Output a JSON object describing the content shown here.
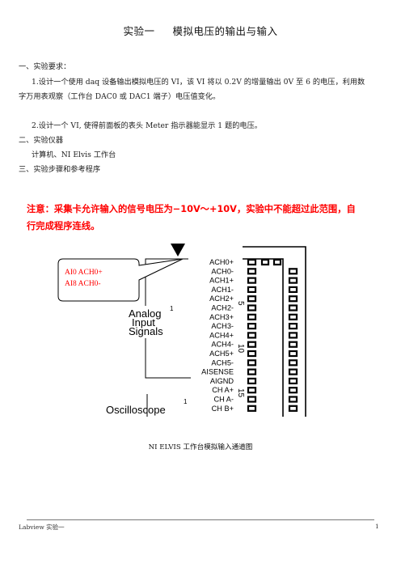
{
  "title": {
    "left": "实验一",
    "right": "模拟电压的输出与输入"
  },
  "sections": {
    "s1_heading": "一、实验要求：",
    "req1_line1": "1.设计一个使用 daq 设备输出模拟电压的 VI，该 VI 将以 0.2V 的增量输出 0V 至 6 的电压，利用数",
    "req1_line2": "字万用表观察（工作台 DAC0 或 DAC1 端子）电压值变化。",
    "req2": "2.设计一个 VI, 使得前面板的表头 Meter 指示器能显示 1 题的电压。",
    "s2_heading": "二、实验仪器",
    "s2_body": "计算机、NI Elvis 工作台",
    "s3_heading": "三、实验步骤和参考程序"
  },
  "warning": {
    "line1": "注意：采集卡允许输入的信号电压为−10V～+10V，实验中不能超过此范围，自",
    "line2": "行完成程序连线。"
  },
  "diagram": {
    "callout_line1": "AI0    ACH0+",
    "callout_line2": "AI8    ACH0-",
    "pins": [
      "ACH0+",
      "ACH0-",
      "ACH1+",
      "ACH1-",
      "ACH2+",
      "ACH2-",
      "ACH3+",
      "ACH3-",
      "ACH4+",
      "ACH4-",
      "ACH5+",
      "ACH5-",
      "AISENSE",
      "AIGND",
      "CH A+",
      "CH A-",
      "CH B+"
    ],
    "group_analog_1": "Analog",
    "group_analog_2": "Input",
    "group_analog_3": "Signals",
    "group_analog_num": "1",
    "group_osc": "Oscilloscope",
    "group_osc_num": "1",
    "row_num_5": "5",
    "row_num_10": "10",
    "row_num_15": "15",
    "colors": {
      "callout_text": "#ff0000",
      "line": "#000000"
    }
  },
  "caption": "NI    ELVIS 工作台模拟输入通道图",
  "footer": {
    "left": "Labview 实验一",
    "page": "1"
  }
}
